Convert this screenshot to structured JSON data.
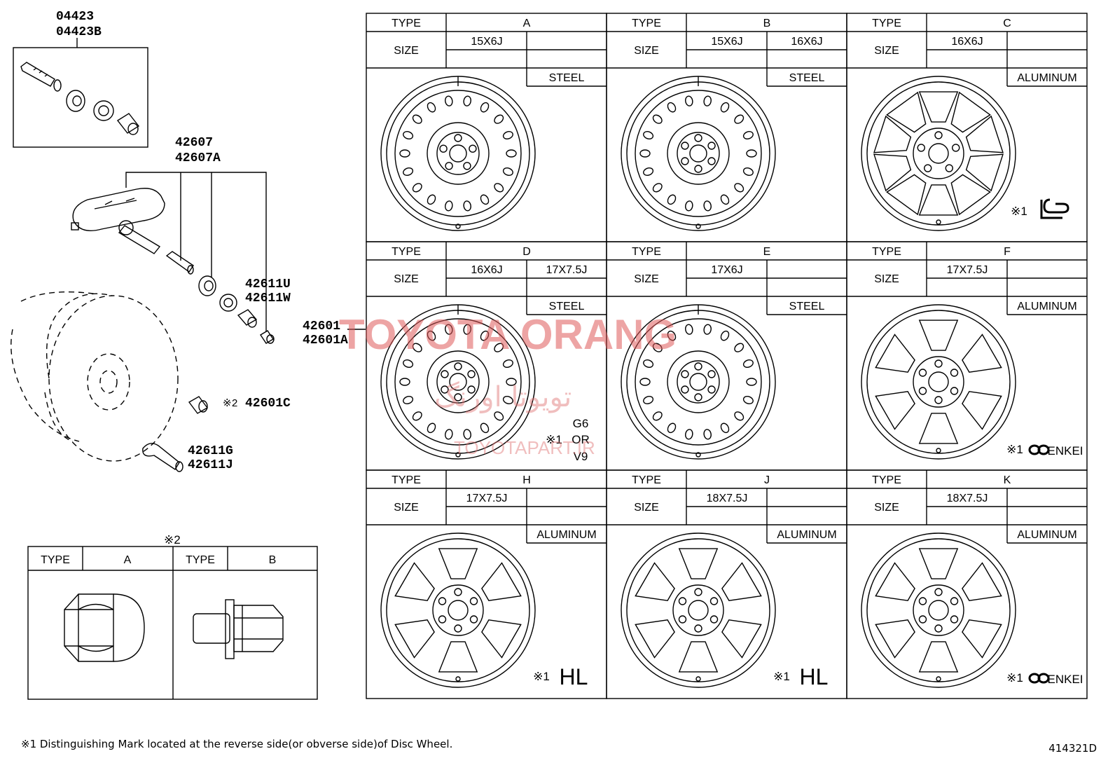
{
  "part_numbers": {
    "valve_kit": [
      "04423",
      "04423B"
    ],
    "sensor": [
      "42607",
      "42607A"
    ],
    "sensor_part": [
      "42611U",
      "42611W"
    ],
    "wheel": [
      "42601",
      "42601A"
    ],
    "nut": "42601C",
    "nut_ref": "※2",
    "valve": [
      "42611G",
      "42611J"
    ]
  },
  "labels": {
    "type": "TYPE",
    "size": "SIZE"
  },
  "wheel_types": [
    {
      "type": "A",
      "sizes": [
        "15X6J",
        ""
      ],
      "material": "STEEL",
      "mark_ref": "",
      "mark": "",
      "mark2": "",
      "mark3": ""
    },
    {
      "type": "B",
      "sizes": [
        "15X6J",
        "16X6J"
      ],
      "material": "STEEL",
      "mark_ref": "",
      "mark": "",
      "mark2": "",
      "mark3": ""
    },
    {
      "type": "C",
      "sizes": [
        "16X6J",
        ""
      ],
      "material": "ALUMINUM",
      "mark_ref": "※1",
      "mark": "",
      "mark2": "",
      "mark3": ""
    },
    {
      "type": "D",
      "sizes": [
        "16X6J",
        "17X7.5J"
      ],
      "material": "STEEL",
      "mark_ref": "※1",
      "mark": "G6",
      "mark2": "OR",
      "mark3": "V9"
    },
    {
      "type": "E",
      "sizes": [
        "17X6J",
        ""
      ],
      "material": "STEEL",
      "mark_ref": "",
      "mark": "",
      "mark2": "",
      "mark3": ""
    },
    {
      "type": "F",
      "sizes": [
        "17X7.5J",
        ""
      ],
      "material": "ALUMINUM",
      "mark_ref": "※1",
      "mark": "ENKEI",
      "mark2": "",
      "mark3": ""
    },
    {
      "type": "H",
      "sizes": [
        "17X7.5J",
        ""
      ],
      "material": "ALUMINUM",
      "mark_ref": "※1",
      "mark": "HL",
      "mark2": "",
      "mark3": ""
    },
    {
      "type": "J",
      "sizes": [
        "18X7.5J",
        ""
      ],
      "material": "ALUMINUM",
      "mark_ref": "※1",
      "mark": "HL",
      "mark2": "",
      "mark3": ""
    },
    {
      "type": "K",
      "sizes": [
        "18X7.5J",
        ""
      ],
      "material": "ALUMINUM",
      "mark_ref": "※1",
      "mark": "ENKEI",
      "mark2": "",
      "mark3": ""
    }
  ],
  "nut_table": {
    "ref": "※2",
    "types": [
      "A",
      "B"
    ]
  },
  "footnote": "※1 Distinguishing Mark located at the reverse side(or obverse side)of Disc Wheel.",
  "diagram_code": "414321D",
  "watermark": {
    "line1": "TOYOTA ORANG",
    "line2": "تویوتا اورنگ",
    "line3": "TOYOTAPART.IR"
  }
}
